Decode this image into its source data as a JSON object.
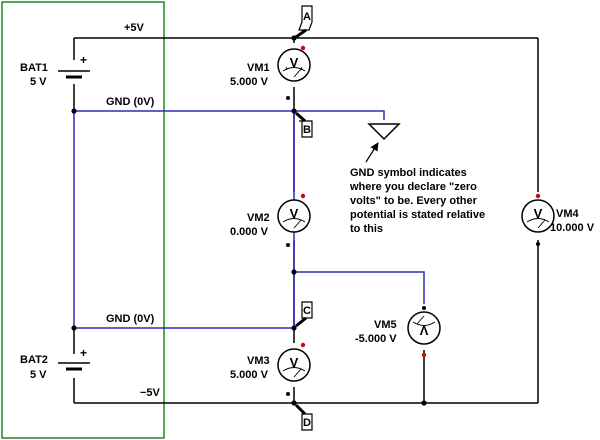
{
  "colors": {
    "wire": "#000000",
    "ground_wire": "#2b2bbf",
    "frame": "#1e8c1e",
    "positive_dot": "#dd0000",
    "negative_dot": "#000000"
  },
  "nodes": {
    "a": "A",
    "b": "B",
    "c": "C",
    "d": "D"
  },
  "rails": {
    "plus5v": "+5V",
    "minus5v": "−5V",
    "gnd_upper": "GND (0V)",
    "gnd_lower": "GND (0V)"
  },
  "batteries": [
    {
      "name": "BAT1",
      "voltage": "5 V",
      "plus": "+"
    },
    {
      "name": "BAT2",
      "voltage": "5 V",
      "plus": "+"
    }
  ],
  "meters": [
    {
      "name": "VM1",
      "reading": "5.000 V",
      "symbol": "V"
    },
    {
      "name": "VM2",
      "reading": "0.000 V",
      "symbol": "V"
    },
    {
      "name": "VM3",
      "reading": "5.000 V",
      "symbol": "V"
    },
    {
      "name": "VM4",
      "reading": "10.000 V",
      "symbol": "V"
    },
    {
      "name": "VM5",
      "reading": "-5.000 V",
      "symbol": "V"
    }
  ],
  "annotation": {
    "lines": [
      "GND symbol indicates",
      "where you declare \"zero",
      "volts\" to be. Every other",
      "potential is stated relative",
      "to this"
    ]
  }
}
